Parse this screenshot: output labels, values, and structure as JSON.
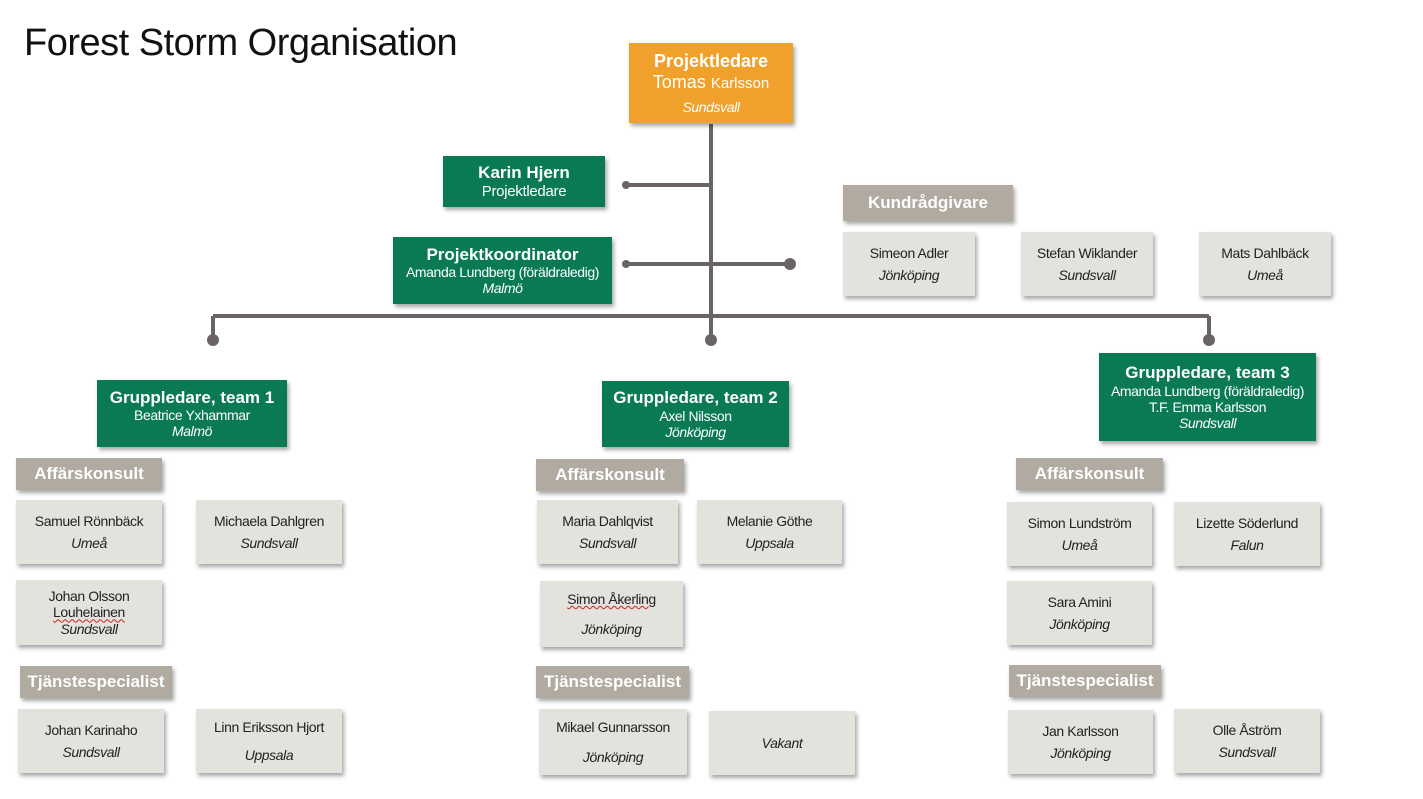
{
  "title": "Forest Storm Organisation",
  "colors": {
    "project_lead": "#f0a12c",
    "green_box": "#0a7a52",
    "label_box": "#b1aaa0",
    "person_box": "#e4e2dd",
    "connector": "#6b6466"
  },
  "top": {
    "role": "Projektledare",
    "name": "Tomas",
    "name_small": "Karlsson",
    "city": "Sundsvall"
  },
  "karin": {
    "name": "Karin Hjern",
    "role": "Projektledare"
  },
  "koordinator": {
    "role": "Projektkoordinator",
    "name": "Amanda Lundberg (föräldraledig)",
    "city": "Malmö"
  },
  "kund": {
    "label": "Kundrådgivare",
    "people": [
      {
        "name": "Simeon Adler",
        "city": "Jönköping"
      },
      {
        "name": "Stefan Wiklander",
        "city": "Sundsvall"
      },
      {
        "name": "Mats Dahlbäck",
        "city": "Umeå"
      }
    ]
  },
  "team1": {
    "leader": {
      "role": "Gruppledare, team 1",
      "name": "Beatrice Yxhammar",
      "city": "Malmö"
    },
    "aff_label": "Affärskonsult",
    "aff": [
      {
        "name": "Samuel Rönnbäck",
        "city": "Umeå"
      },
      {
        "name": "Michaela Dahlgren",
        "city": "Sundsvall"
      },
      {
        "name1": "Johan Olsson",
        "name2": "Louhelainen",
        "city": "Sundsvall"
      }
    ],
    "tj_label": "Tjänstespecialist",
    "tj": [
      {
        "name": "Johan Karinaho",
        "city": "Sundsvall"
      },
      {
        "name": "Linn Eriksson Hjort",
        "city": "Uppsala"
      }
    ]
  },
  "team2": {
    "leader": {
      "role": "Gruppledare, team 2",
      "name": "Axel Nilsson",
      "city": "Jönköping"
    },
    "aff_label": "Affärskonsult",
    "aff": [
      {
        "name": "Maria Dahlqvist",
        "city": "Sundsvall"
      },
      {
        "name": "Melanie Göthe",
        "city": "Uppsala"
      },
      {
        "name": "Simon Åkerling",
        "city": "Jönköping"
      }
    ],
    "tj_label": "Tjänstespecialist",
    "tj": [
      {
        "name": "Mikael Gunnarsson",
        "city": "Jönköping"
      },
      {
        "name": "Vakant"
      }
    ]
  },
  "team3": {
    "leader": {
      "role": "Gruppledare, team 3",
      "name": "Amanda Lundberg (föräldraledig)",
      "name2": "T.F. Emma Karlsson",
      "city": "Sundsvall"
    },
    "aff_label": "Affärskonsult",
    "aff": [
      {
        "name": "Simon Lundström",
        "city": "Umeå"
      },
      {
        "name": "Lizette Söderlund",
        "city": "Falun"
      },
      {
        "name": "Sara Amini",
        "city": "Jönköping"
      }
    ],
    "tj_label": "Tjänstespecialist",
    "tj": [
      {
        "name": "Jan Karlsson",
        "city": "Jönköping"
      },
      {
        "name": "Olle Åström",
        "city": "Sundsvall"
      }
    ]
  }
}
